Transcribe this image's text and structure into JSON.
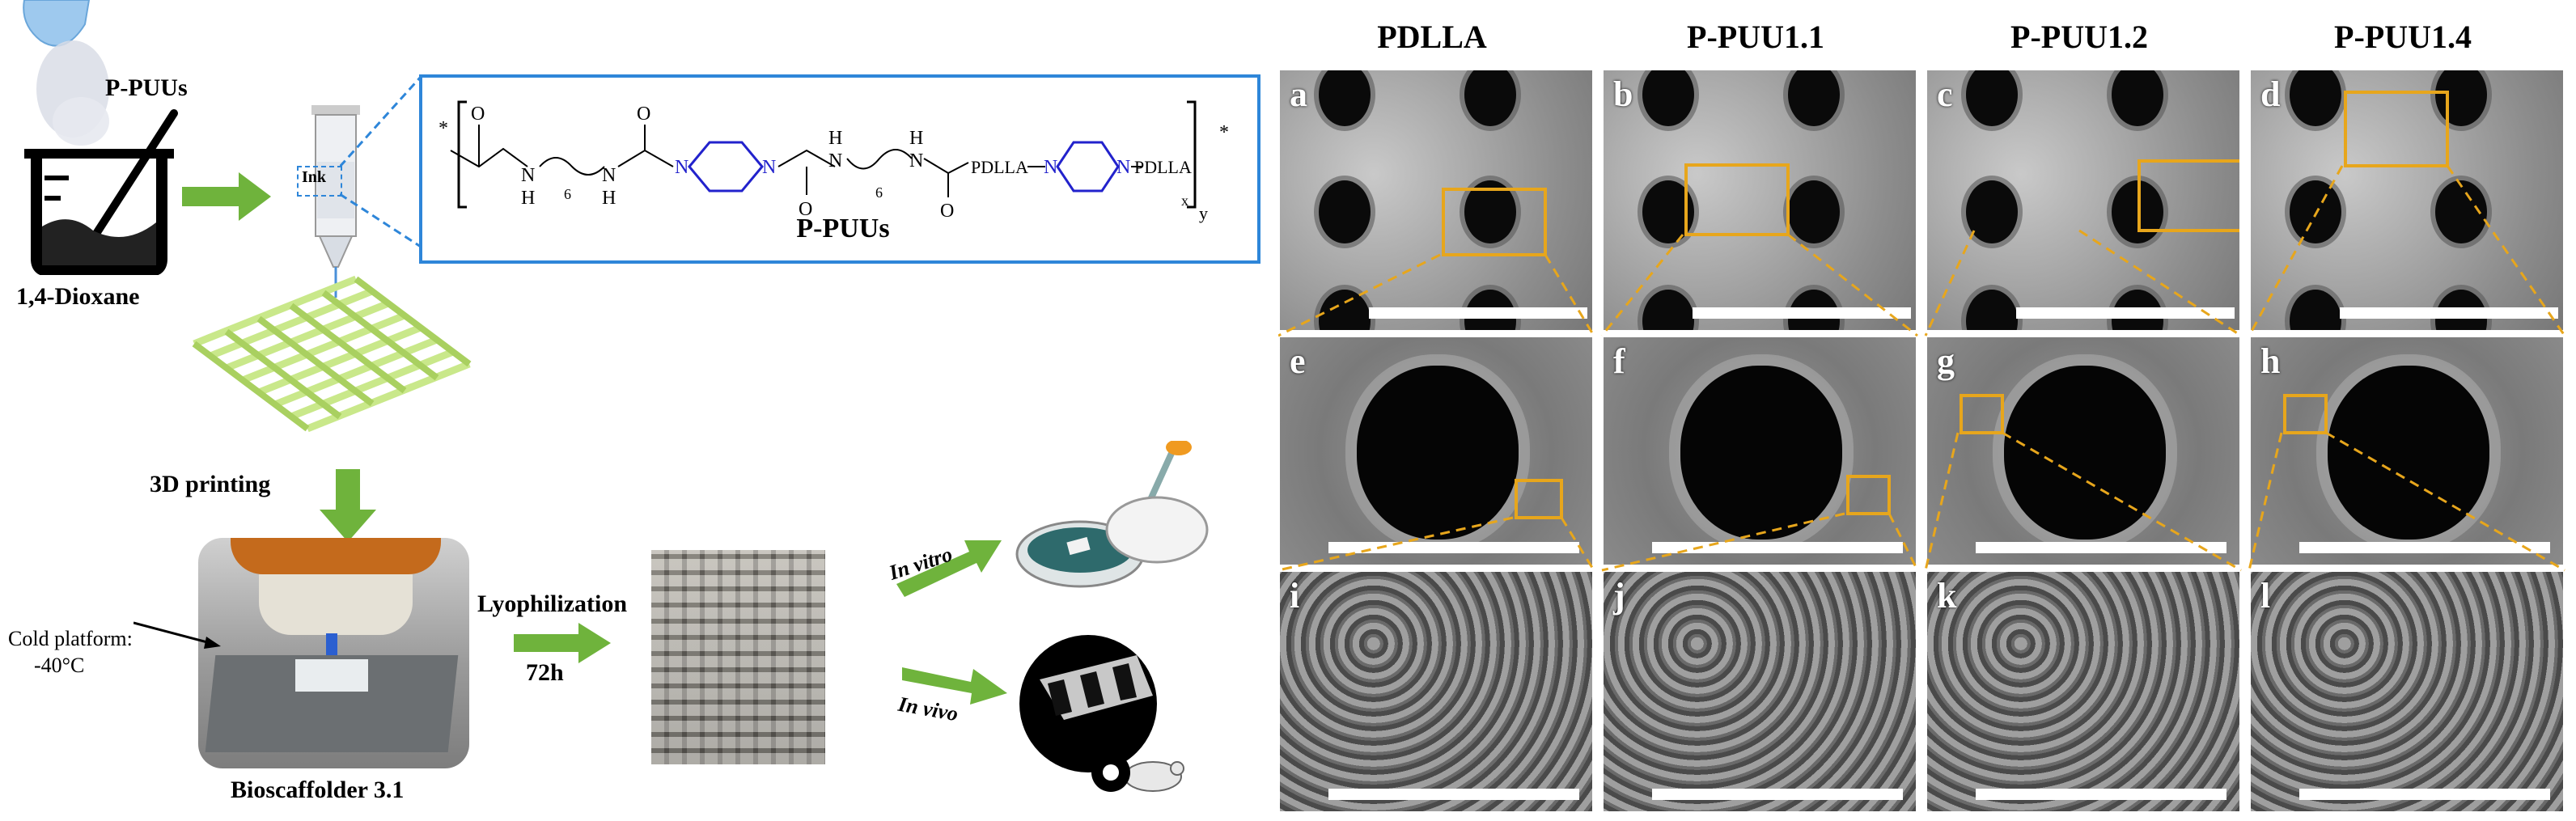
{
  "schematic": {
    "powder_label": "P-PUUs",
    "solvent_label": "1,4-Dioxane",
    "syringe_label": "Ink",
    "polymer_name": "P-PUUs",
    "chem": {
      "pdlla1": "PDLLA",
      "pdlla2": "PDLLA",
      "n": "N",
      "h": "H",
      "o": "O",
      "sub6": "6",
      "subx": "x",
      "suby": "y",
      "star": "*"
    },
    "step_3d": "3D printing",
    "platform_label": "Cold platform:",
    "platform_temp": "-40°C",
    "printer_name": "Bioscaffolder 3.1",
    "lyo_label": "Lyophilization",
    "lyo_time": "72h",
    "in_vitro": "In vitro",
    "in_vivo": "In vivo"
  },
  "grid": {
    "columns": [
      "PDLLA",
      "P-PUU1.1",
      "P-PUU1.2",
      "P-PUU1.4"
    ],
    "rows": [
      [
        "a",
        "b",
        "c",
        "d"
      ],
      [
        "e",
        "f",
        "g",
        "h"
      ],
      [
        "i",
        "j",
        "k",
        "l"
      ]
    ]
  },
  "colors": {
    "arrow_green": "#6fb33c",
    "box_blue": "#2e86d9",
    "zoom_orange": "#e7a61c",
    "piperazine_blue": "#2222cc"
  }
}
